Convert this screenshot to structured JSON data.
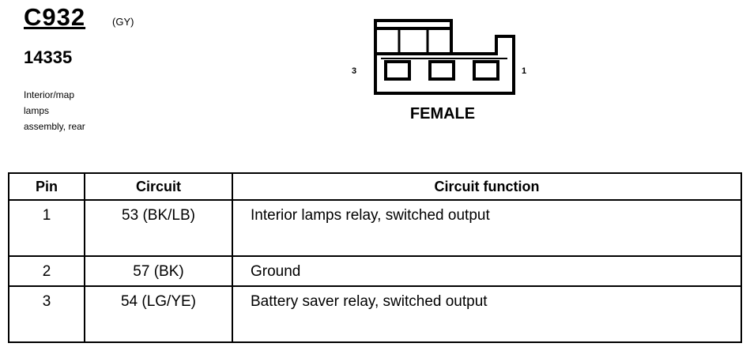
{
  "header": {
    "connector_id": "C932",
    "color_code": "(GY)",
    "part_number": "14335",
    "description_lines": [
      "Interior/map",
      "lamps",
      "assembly, rear"
    ]
  },
  "connector": {
    "pin_left_label": "3",
    "pin_right_label": "1",
    "gender": "FEMALE"
  },
  "table": {
    "headers": {
      "pin": "Pin",
      "circuit": "Circuit",
      "function": "Circuit function"
    },
    "rows": [
      {
        "pin": "1",
        "circuit": "53 (BK/LB)",
        "function": "Interior lamps relay, switched output"
      },
      {
        "pin": "2",
        "circuit": "57 (BK)",
        "function": "Ground"
      },
      {
        "pin": "3",
        "circuit": "54 (LG/YE)",
        "function": "Battery saver relay, switched output"
      }
    ]
  }
}
